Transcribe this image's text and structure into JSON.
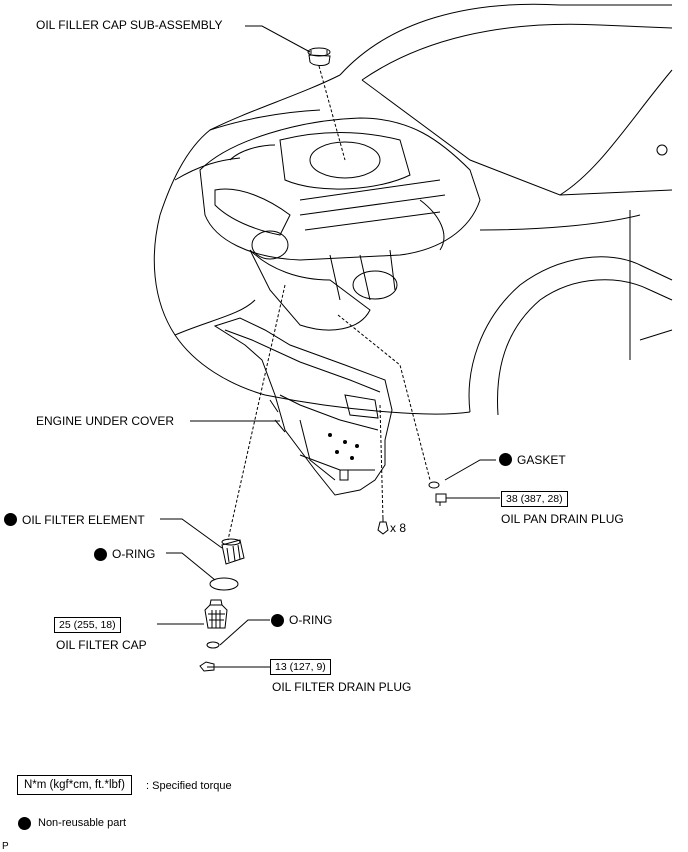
{
  "labels": {
    "oil_filler_cap": "OIL FILLER CAP SUB-ASSEMBLY",
    "engine_under_cover": "ENGINE UNDER COVER",
    "gasket": "GASKET",
    "oil_filter_element": "OIL FILTER ELEMENT",
    "o_ring_1": "O-RING",
    "o_ring_2": "O-RING",
    "oil_filter_cap": "OIL FILTER CAP",
    "oil_pan_drain_plug": "OIL PAN DRAIN PLUG",
    "oil_filter_drain_plug": "OIL FILTER DRAIN PLUG",
    "clip_qty": "x 8"
  },
  "torques": {
    "oil_pan_drain_plug": "38 (387, 28)",
    "oil_filter_cap": "25 (255, 18)",
    "oil_filter_drain_plug": "13 (127, 9)"
  },
  "legend": {
    "torque_units": "N*m (kgf*cm, ft.*lbf)",
    "torque_desc": ": Specified torque",
    "non_reusable": "Non-reusable part"
  },
  "corner_mark": "P",
  "colors": {
    "line": "#000000",
    "background": "#ffffff",
    "non_reusable_dot": "#000000"
  }
}
